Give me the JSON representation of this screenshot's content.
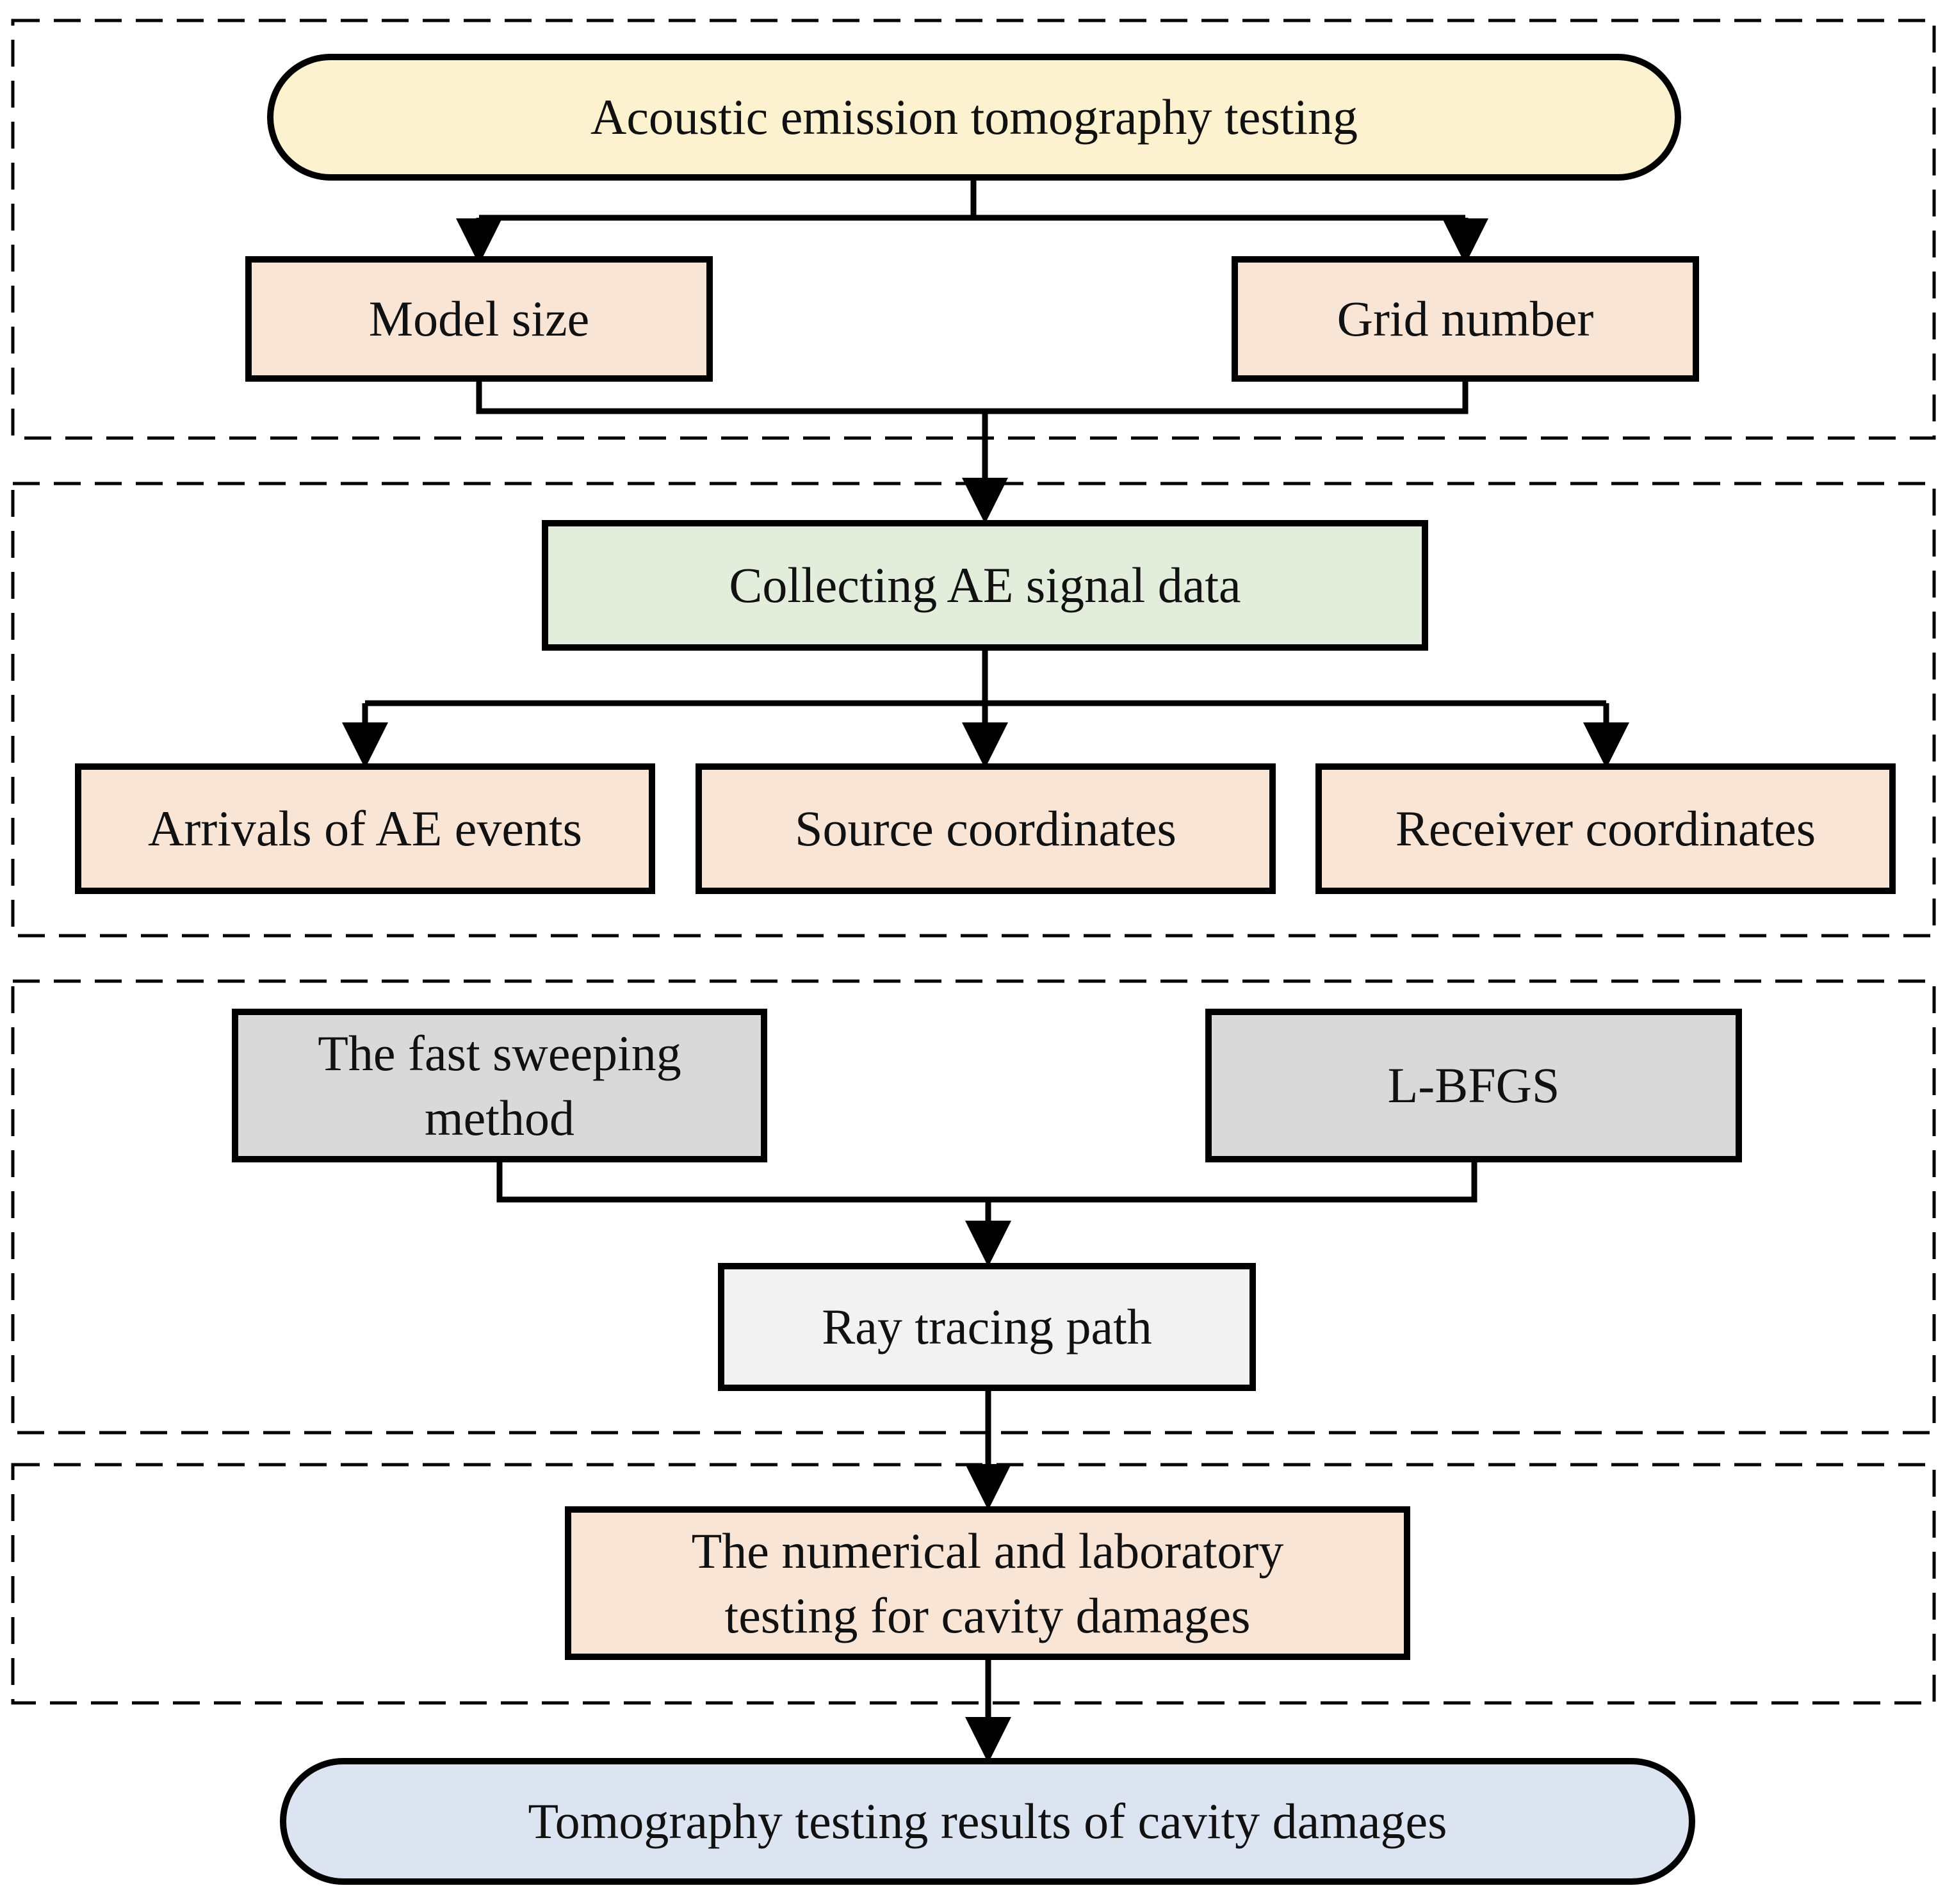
{
  "colors": {
    "start": "#fdf2cf",
    "input": "#f9e5d6",
    "collect": "#e2eedb",
    "method": "#d9d9d9",
    "ray": "#f2f2f2",
    "end": "#dce3f1",
    "stroke": "#000000"
  },
  "nodes": {
    "start": "Acoustic emission tomography testing",
    "model_size": "Model size",
    "grid_number": "Grid number",
    "collect": "Collecting AE signal data",
    "arrivals": "Arrivals of AE events",
    "source": "Source coordinates",
    "receiver": "Receiver coordinates",
    "fsm_line1": "The fast sweeping",
    "fsm_line2": "method",
    "lbfgs": "L-BFGS",
    "ray": "Ray tracing path",
    "testing_line1": "The numerical and laboratory",
    "testing_line2": "testing for cavity damages",
    "end": "Tomography testing results of cavity damages"
  }
}
